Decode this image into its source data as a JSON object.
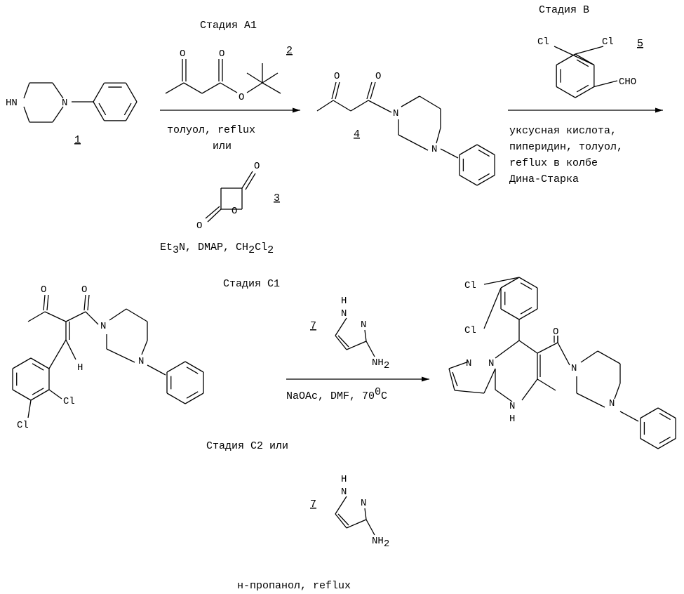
{
  "stages": {
    "a1": "Стадия А1",
    "b": "Стадия В",
    "c1": "Стадия С1",
    "c2": "Стадия С2 или"
  },
  "compounds": {
    "c1": "1",
    "c2": "2",
    "c3": "3",
    "c4": "4",
    "c5": "5",
    "c7a": "7",
    "c7b": "7"
  },
  "conditions": {
    "a1_line1": "толуол, reflux",
    "a1_or": "или",
    "a1_alt": {
      "et": "Et",
      "s3": "3",
      "rest": "N, DMAP, CH",
      "s2a": "2",
      "cl": "Cl",
      "s2b": "2"
    },
    "b_lines": [
      "уксусная кислота,",
      "пиперидин, толуол,",
      "reflux в колбе",
      "Дина-Старка"
    ],
    "c1": {
      "pre": "NaOAc, DMF, 70",
      "sup": "0",
      "post": "C"
    },
    "c2": "н-пропанол, reflux"
  },
  "atoms": {
    "HN": "HN",
    "N": "N",
    "O": "O",
    "Cl": "Cl",
    "CHO": "CHO",
    "H": "H",
    "NH": "NH",
    "sub2": "2"
  }
}
